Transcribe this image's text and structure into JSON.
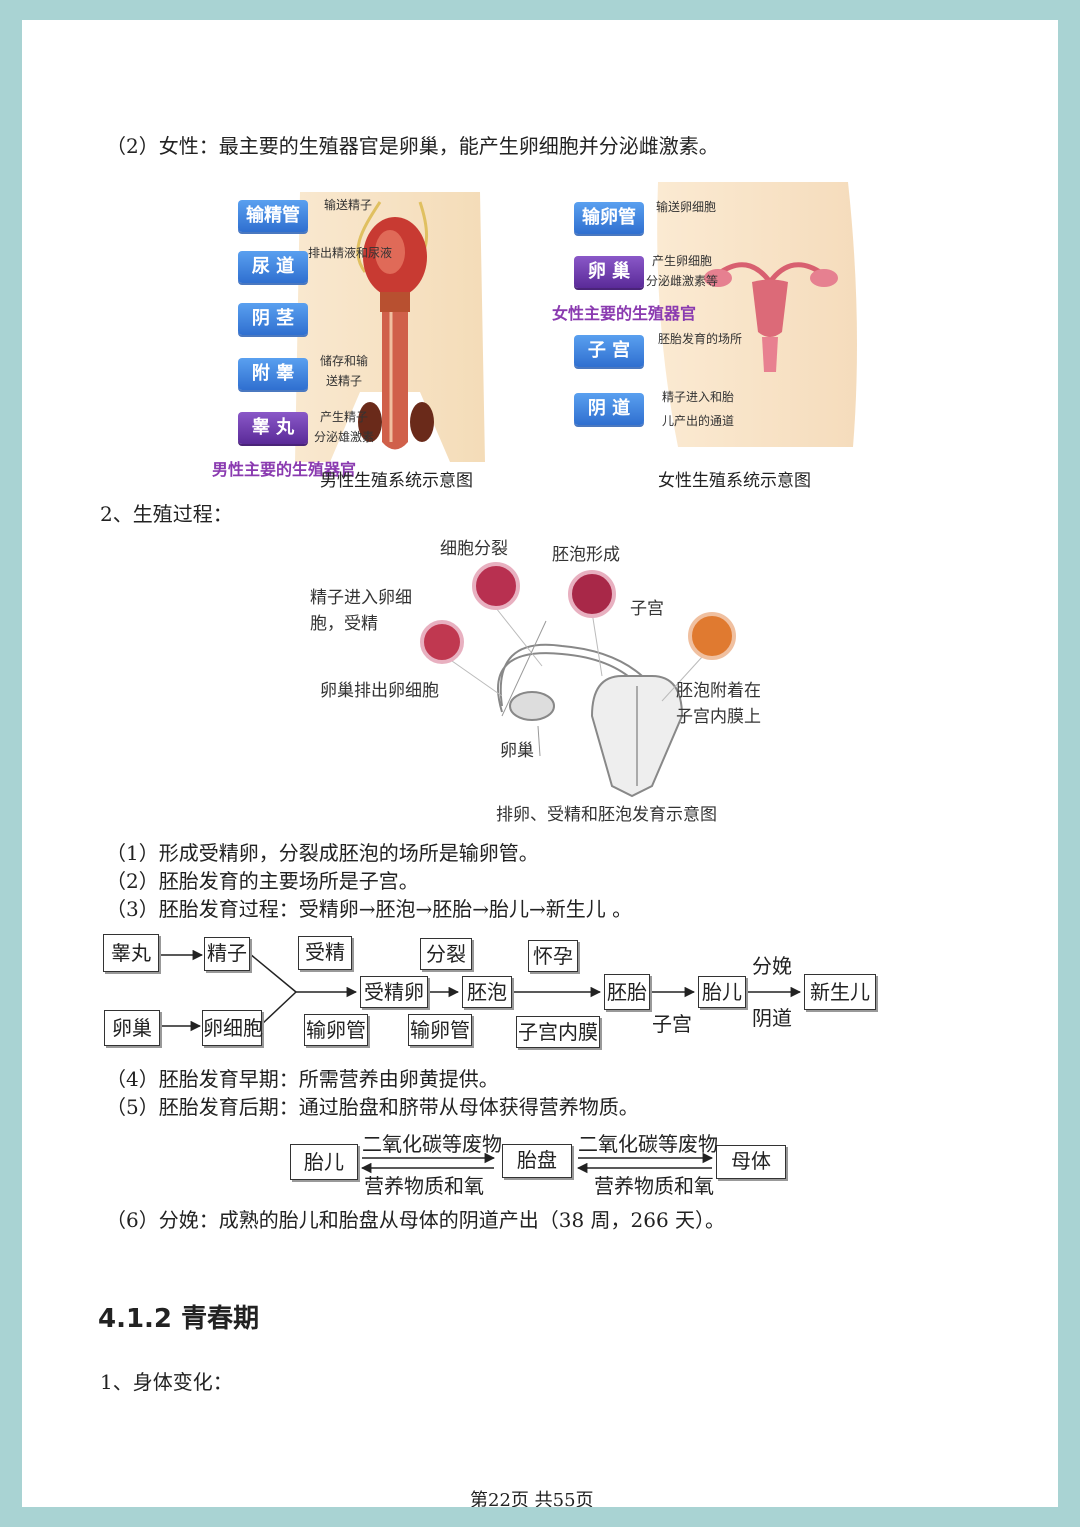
{
  "text": {
    "female_intro": "（2）女性：最主要的生殖器官是卵巢，能产生卵细胞并分泌雌激素。",
    "section2": "2、生殖过程：",
    "p1": "（1）形成受精卵，分裂成胚泡的场所是输卵管。",
    "p2": "（2）胚胎发育的主要场所是子宫。",
    "p3": "（3）胚胎发育过程：受精卵→胚泡→胚胎→胎儿→新生儿 。",
    "p4": "（4）胚胎发育早期：所需营养由卵黄提供。",
    "p5": "（5）胚胎发育后期：通过胎盘和脐带从母体获得营养物质。",
    "p6": "（6）分娩：成熟的胎儿和胎盘从母体的阴道产出（38 周，266 天）。",
    "heading": "4.1.2 青春期",
    "section_body": "1、身体变化：",
    "footer": "第22页 共55页"
  },
  "male_figure": {
    "labels": [
      "输精管",
      "尿 道",
      "阴 茎",
      "附 睾",
      "睾 丸"
    ],
    "notes": {
      "n0": "输送精子",
      "n1": "排出精液和尿液",
      "n3a": "储存和输",
      "n3b": "送精子",
      "n4a": "产生精子",
      "n4b": "分泌雄激素"
    },
    "title": "男性主要的生殖器官",
    "caption": "男性生殖系统示意图"
  },
  "female_figure": {
    "labels": [
      "输卵管",
      "卵 巢",
      "子 宫",
      "阴 道"
    ],
    "notes": {
      "n0": "输送卵细胞",
      "n1a": "产生卵细胞",
      "n1b": "分泌雌激素等",
      "n2": "胚胎发育的场所",
      "n3a": "精子进入和胎",
      "n3b": "儿产出的通道"
    },
    "title": "女性主要的生殖器官",
    "caption": "女性生殖系统示意图"
  },
  "process_figure": {
    "cell_division": "细胞分裂",
    "blastocyst": "胚泡形成",
    "sperm_a": "精子进入卵细",
    "sperm_b": "胞，受精",
    "uterus": "子宫",
    "ovulation": "卵巢排出卵细胞",
    "attach_a": "胚泡附着在",
    "attach_b": "子宫内膜上",
    "ovary": "卵巢",
    "caption": "排卵、受精和胚泡发育示意图"
  },
  "flow1": {
    "testis": "睾丸",
    "sperm": "精子",
    "ovary": "卵巢",
    "egg": "卵细胞",
    "fertilization": "受精",
    "oviduct1": "输卵管",
    "division": "分裂",
    "oviduct2": "输卵管",
    "zygote": "受精卵",
    "blastocyst": "胚泡",
    "pregnancy": "怀孕",
    "endometrium": "子宫内膜",
    "embryo": "胚胎",
    "uterus": "子宫",
    "fetus": "胎儿",
    "delivery": "分娩",
    "vagina": "阴道",
    "newborn": "新生儿"
  },
  "flow2": {
    "fetus": "胎儿",
    "placenta": "胎盘",
    "mother": "母体",
    "co2_a": "二氧化碳等废物",
    "co2_b": "二氧化碳等废物",
    "nutrient_a": "营养物质和氧",
    "nutrient_b": "营养物质和氧"
  }
}
